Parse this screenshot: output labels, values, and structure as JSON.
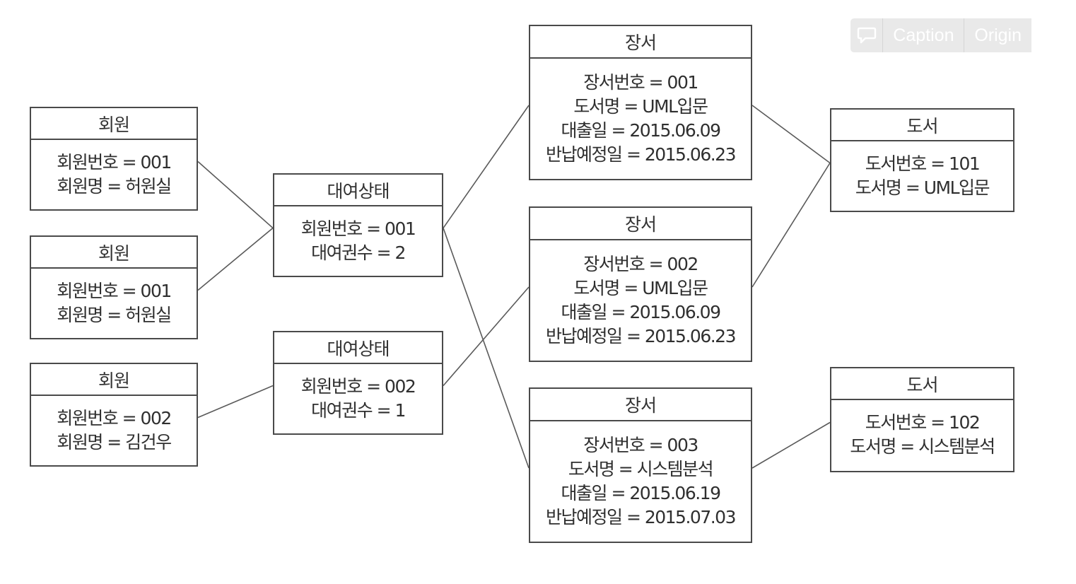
{
  "toolbar": {
    "comment_icon": "speech-bubble-icon",
    "caption_label": "Caption",
    "original_label": "Origin"
  },
  "diagram": {
    "members": [
      {
        "title": "회원",
        "attrs": [
          "회원번호 = 001",
          "회원명 = 허원실"
        ]
      },
      {
        "title": "회원",
        "attrs": [
          "회원번호 = 001",
          "회원명 = 허원실"
        ]
      },
      {
        "title": "회원",
        "attrs": [
          "회원번호 = 002",
          "회원명 = 김건우"
        ]
      }
    ],
    "rentals": [
      {
        "title": "대여상태",
        "attrs": [
          "회원번호 = 001",
          "대여권수 = 2"
        ]
      },
      {
        "title": "대여상태",
        "attrs": [
          "회원번호 = 002",
          "대여권수 = 1"
        ]
      }
    ],
    "copies": [
      {
        "title": "장서",
        "attrs": [
          "장서번호 = 001",
          "도서명 = UML입문",
          "대출일 = 2015.06.09",
          "반납예정일 = 2015.06.23"
        ]
      },
      {
        "title": "장서",
        "attrs": [
          "장서번호 = 002",
          "도서명 = UML입문",
          "대출일 = 2015.06.09",
          "반납예정일 = 2015.06.23"
        ]
      },
      {
        "title": "장서",
        "attrs": [
          "장서번호 = 003",
          "도서명 = 시스템분석",
          "대출일 = 2015.06.19",
          "반납예정일 = 2015.07.03"
        ]
      }
    ],
    "books": [
      {
        "title": "도서",
        "attrs": [
          "도서번호 = 101",
          "도서명 = UML입문"
        ]
      },
      {
        "title": "도서",
        "attrs": [
          "도서번호 = 102",
          "도서명 = 시스템분석"
        ]
      }
    ],
    "links": [
      [
        "members.0",
        "rentals.0"
      ],
      [
        "members.1",
        "rentals.0"
      ],
      [
        "members.2",
        "rentals.1"
      ],
      [
        "rentals.0",
        "copies.0"
      ],
      [
        "rentals.0",
        "copies.2"
      ],
      [
        "rentals.1",
        "copies.1"
      ],
      [
        "copies.0",
        "books.0"
      ],
      [
        "copies.1",
        "books.0"
      ],
      [
        "copies.2",
        "books.1"
      ]
    ],
    "line_color": "#5a5a5a",
    "border_color": "#4a4a4a"
  }
}
